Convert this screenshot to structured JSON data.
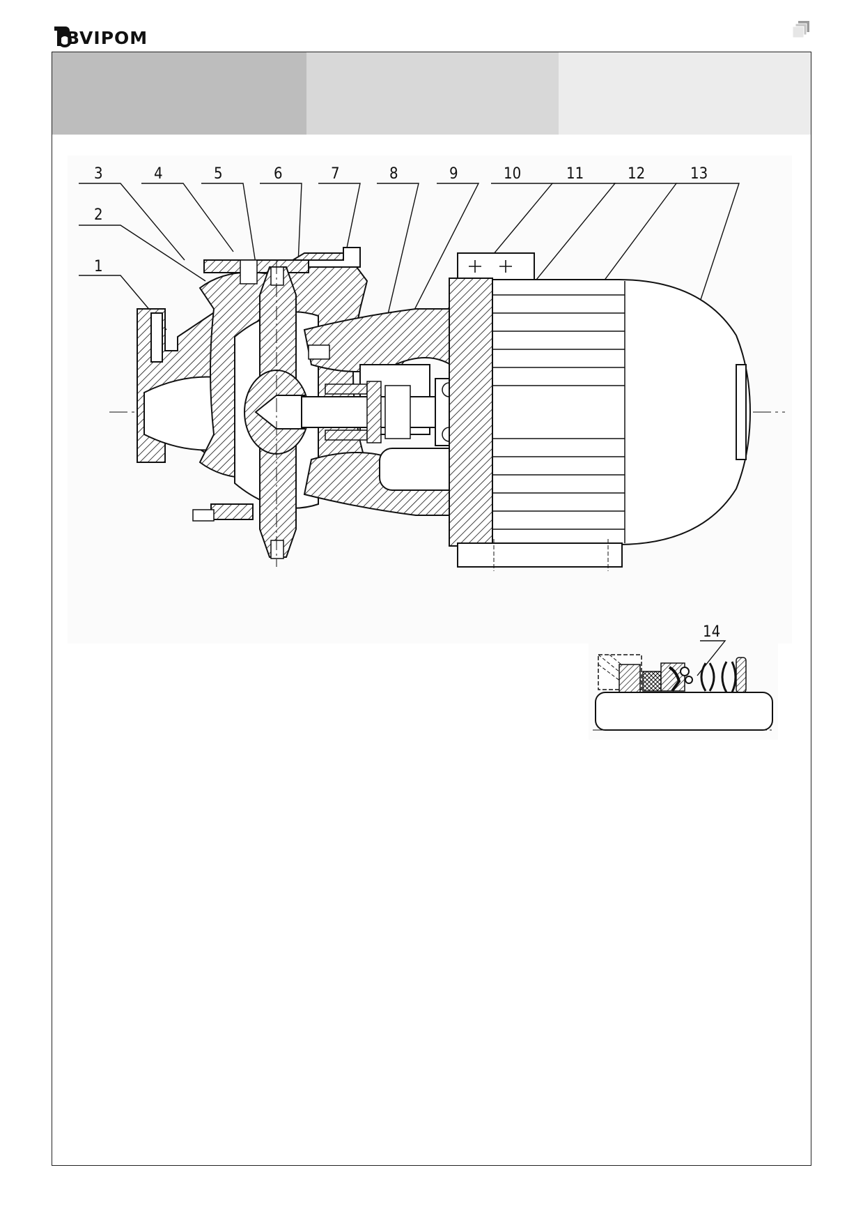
{
  "brand": {
    "logo_text": "BVIPOM"
  },
  "main_drawing": {
    "callouts": [
      "1",
      "2",
      "3",
      "4",
      "5",
      "6",
      "7",
      "8",
      "9",
      "10",
      "11",
      "12",
      "13"
    ]
  },
  "seal_detail": {
    "callouts": [
      "14"
    ]
  },
  "colors": {
    "band_1": "#bdbdbd",
    "band_2": "#d8d8d8",
    "band_3": "#ececec",
    "line": "#111111"
  }
}
